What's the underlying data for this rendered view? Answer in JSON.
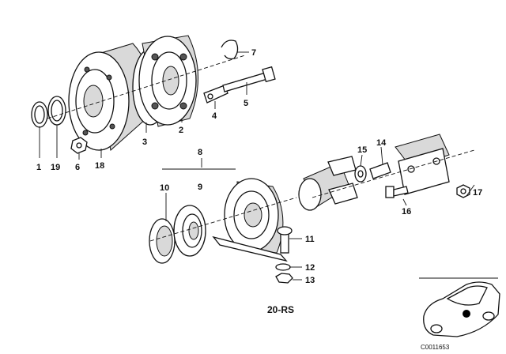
{
  "diagram": {
    "callouts": {
      "c1": "1",
      "c19": "19",
      "c6": "6",
      "c18": "18",
      "c3": "3",
      "c2": "2",
      "c4": "4",
      "c5": "5",
      "c7": "7",
      "c8": "8",
      "c9": "9",
      "c10": "10",
      "c11": "11",
      "c12": "12",
      "c13": "13",
      "c14": "14",
      "c15": "15",
      "c16": "16",
      "c17": "17"
    },
    "group_code": "20-RS",
    "image_code": "C0011653",
    "colors": {
      "line": "#111111",
      "shade": "#d9d9d9",
      "locator": "#000000"
    }
  }
}
